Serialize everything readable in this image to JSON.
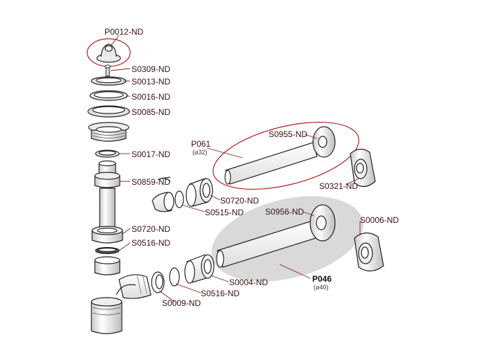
{
  "colors": {
    "leader": "#8b1a1a",
    "outline": "#222222",
    "part_fill": "#ffffff",
    "shade": "#cfcfcf",
    "highlight_ellipse": "#d9d9d9",
    "ring_ellipse": "#b02020"
  },
  "labels": {
    "p0012": "P0012-ND",
    "s0309": "S0309-ND",
    "s0013": "S0013-ND",
    "s0016": "S0016-ND",
    "s0085": "S0085-ND",
    "s0017": "S0017-ND",
    "s0859": "S0859-ND",
    "s0720a": "S0720-ND",
    "s0516a": "S0516-ND",
    "s0955": "S0955-ND",
    "p061": "P061",
    "p061_size": "(⌀32)",
    "s0321": "S0321-ND",
    "s0720b": "S0720-ND",
    "s0515": "S0515-ND",
    "s0956": "S0956-ND",
    "s0006": "S0006-ND",
    "s0004": "S0004-ND",
    "p046": "P046",
    "p046_size": "(⌀40)",
    "s0009": "S0009-ND",
    "s0516b": "S0516-ND"
  }
}
